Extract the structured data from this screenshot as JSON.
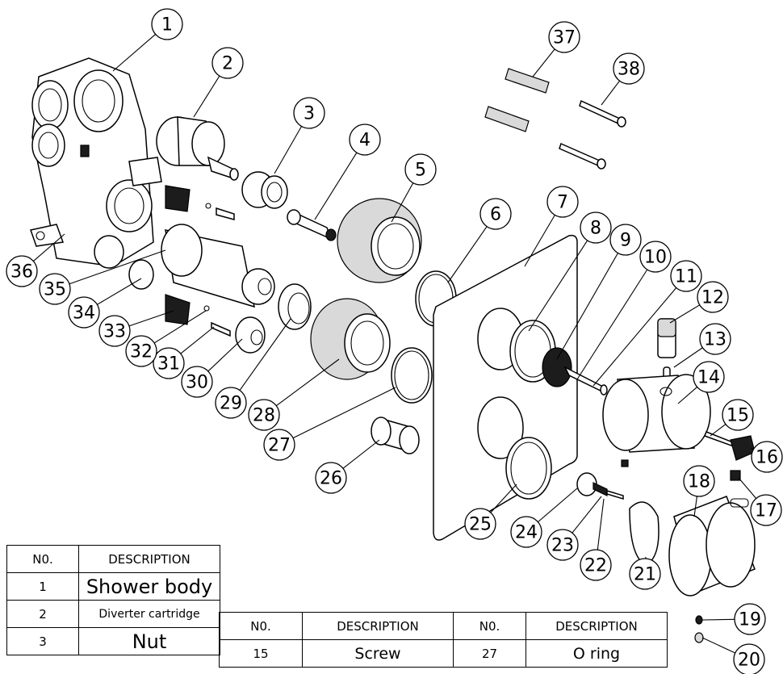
{
  "callouts": [
    {
      "n": "1"
    },
    {
      "n": "2"
    },
    {
      "n": "3"
    },
    {
      "n": "4"
    },
    {
      "n": "5"
    },
    {
      "n": "6"
    },
    {
      "n": "7"
    },
    {
      "n": "8"
    },
    {
      "n": "9"
    },
    {
      "n": "10"
    },
    {
      "n": "11"
    },
    {
      "n": "12"
    },
    {
      "n": "13"
    },
    {
      "n": "14"
    },
    {
      "n": "15"
    },
    {
      "n": "16"
    },
    {
      "n": "17"
    },
    {
      "n": "18"
    },
    {
      "n": "19"
    },
    {
      "n": "20"
    },
    {
      "n": "21"
    },
    {
      "n": "22"
    },
    {
      "n": "23"
    },
    {
      "n": "24"
    },
    {
      "n": "25"
    },
    {
      "n": "26"
    },
    {
      "n": "27"
    },
    {
      "n": "28"
    },
    {
      "n": "29"
    },
    {
      "n": "30"
    },
    {
      "n": "31"
    },
    {
      "n": "32"
    },
    {
      "n": "33"
    },
    {
      "n": "34"
    },
    {
      "n": "35"
    },
    {
      "n": "36"
    },
    {
      "n": "37"
    },
    {
      "n": "38"
    }
  ],
  "bom_table": {
    "headers": {
      "no": "N0.",
      "description": "DESCRIPTION"
    },
    "rows": [
      {
        "no": "1",
        "description": "Shower body"
      },
      {
        "no": "2",
        "description": "Diverter cartridge",
        "no_b": "15",
        "description_b": "Screw",
        "no_c": "27",
        "description_c": "O ring"
      },
      {
        "no": "3",
        "description": "Nut"
      }
    ],
    "header_b": {
      "no": "N0.",
      "description": "DESCRIPTION"
    },
    "header_c": {
      "no": "N0.",
      "description": "DESCRIPTION"
    }
  }
}
